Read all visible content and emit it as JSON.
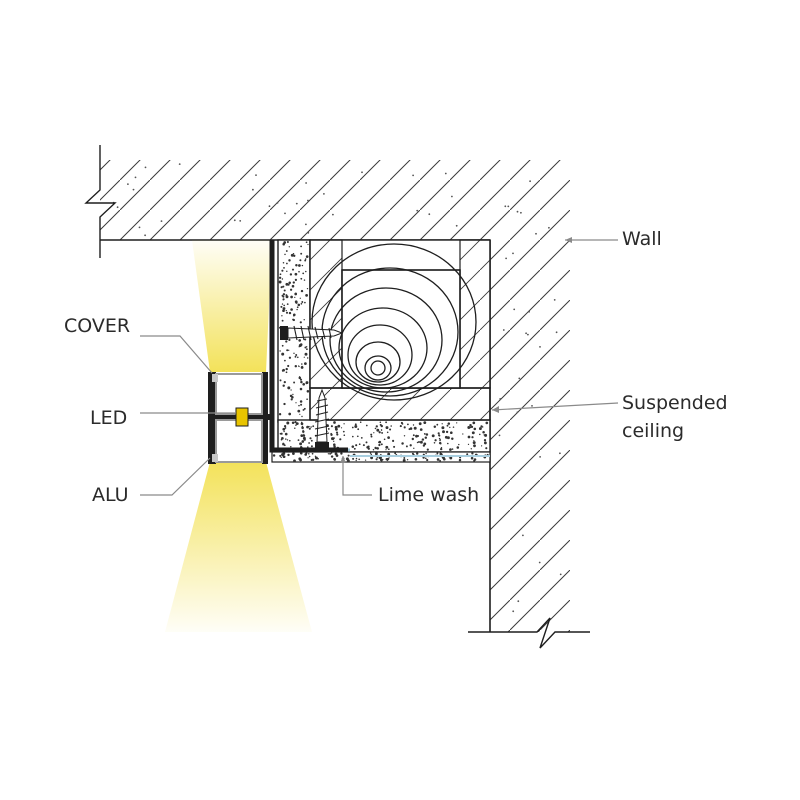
{
  "labels": {
    "wall": "Wall",
    "suspended_ceiling_line1": "Suspended",
    "suspended_ceiling_line2": "ceiling",
    "lime_wash": "Lime wash",
    "cover": "COVER",
    "led": "LED",
    "alu": "ALU"
  },
  "colors": {
    "light_beam": "#f3e25a",
    "led_chip": "#e8c400",
    "lime_wash": "#a9cfe0",
    "line": "#1e1e1e",
    "leader": "#8a8a8a",
    "text": "#2b2b2b"
  }
}
